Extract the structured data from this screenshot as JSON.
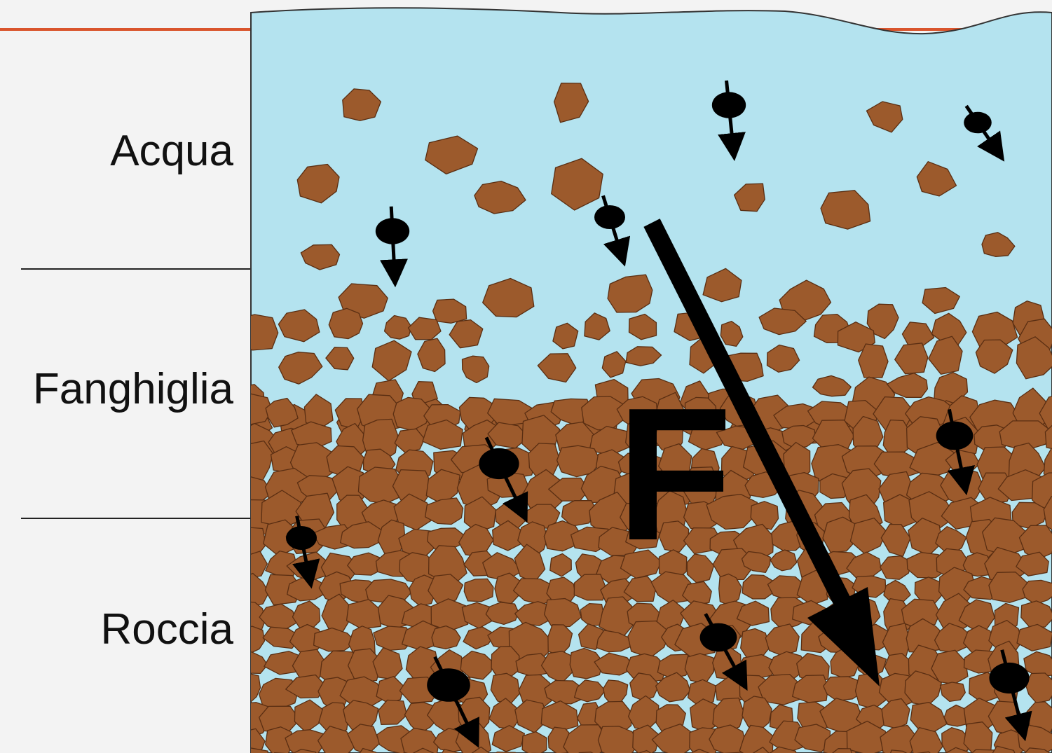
{
  "labels": {
    "water": "Acqua",
    "mud": "Fanghiglia",
    "rock": "Roccia"
  },
  "force_label": "F",
  "colors": {
    "water": "#b4e3ef",
    "grain": "#9c5a2c",
    "grain_edge": "#5a2e12",
    "waterline": "#d9542c",
    "particle": "#000000",
    "background": "#f3f3f3"
  }
}
